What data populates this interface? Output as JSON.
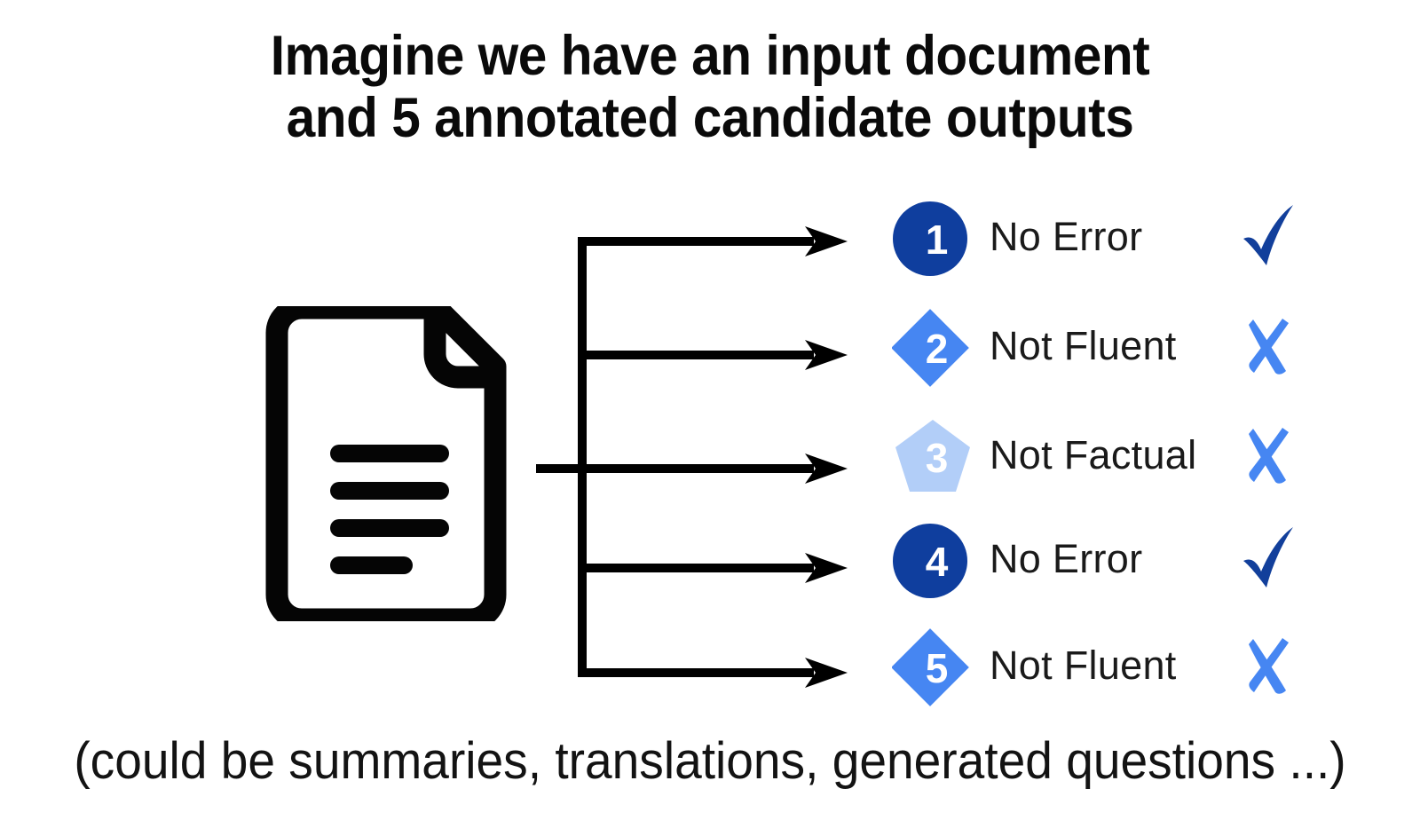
{
  "title": {
    "line1": "Imagine we have an input document",
    "line2": "and 5 annotated candidate outputs"
  },
  "caption": "(could be summaries, translations, generated questions ...)",
  "source": {
    "icon": "document-icon",
    "description": "input document"
  },
  "colors": {
    "dark_blue": "#0F3E9E",
    "medium_blue": "#4686F2",
    "light_blue": "#B2CEF8",
    "check_blue": "#123F9B",
    "cross_blue": "#4686F2",
    "line_black": "#000000",
    "text_black": "#1a1a1a",
    "background": "#ffffff"
  },
  "candidates": [
    {
      "number": "1",
      "label": "No Error",
      "shape": "circle",
      "shape_color": "#0F3E9E",
      "mark": "check",
      "mark_icon": "check-icon",
      "mark_color": "#123F9B"
    },
    {
      "number": "2",
      "label": "Not Fluent",
      "shape": "diamond",
      "shape_color": "#4686F2",
      "mark": "cross",
      "mark_icon": "cross-icon",
      "mark_color": "#4686F2"
    },
    {
      "number": "3",
      "label": "Not Factual",
      "shape": "pentagon",
      "shape_color": "#B2CEF8",
      "mark": "cross",
      "mark_icon": "cross-icon",
      "mark_color": "#4686F2"
    },
    {
      "number": "4",
      "label": "No Error",
      "shape": "circle",
      "shape_color": "#0F3E9E",
      "mark": "check",
      "mark_icon": "check-icon",
      "mark_color": "#123F9B"
    },
    {
      "number": "5",
      "label": "Not Fluent",
      "shape": "diamond",
      "shape_color": "#4686F2",
      "mark": "cross",
      "mark_icon": "cross-icon",
      "mark_color": "#4686F2"
    }
  ],
  "connectors": {
    "icon": "branching-arrows",
    "branch_count": 5
  }
}
